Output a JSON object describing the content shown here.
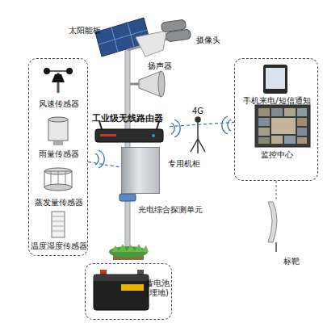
{
  "diagram": {
    "nodes": [
      {
        "text": [
          "风速传感器",
          "雨量传感器",
          "蒸发量传感器",
          "温度湿度传感器"
        ]
      },
      {
        "text": [
          "工业级无线路由器"
        ]
      },
      {
        "text": [
          "专用机柜"
        ]
      },
      {
        "text": [
          "手机来电/短信通知",
          "监控中心"
        ]
      },
      {
        "text": [
          "蓄电池 (埋地)"
        ]
      }
    ],
    "edges": [
      {
        "from": 0,
        "to": 2,
        "arrow": "none"
      },
      {
        "from": 1,
        "to": 3,
        "arrow": "none"
      }
    ],
    "labels": [
      "太阳能板",
      "摄像头",
      "扬声器",
      "4G",
      "光电综合探测单元",
      "标靶"
    ]
  }
}
